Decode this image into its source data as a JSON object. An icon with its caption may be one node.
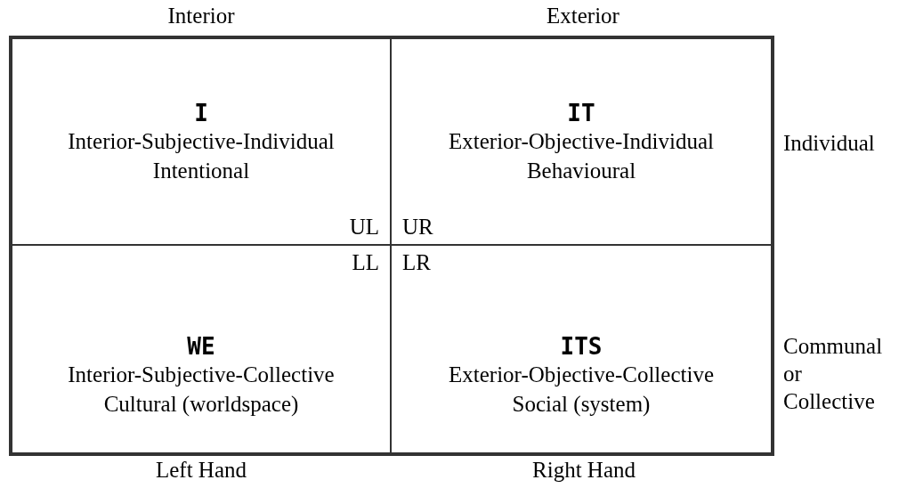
{
  "diagram": {
    "nodes": [
      {
        "text": [
          "I",
          "Interior-Subjective-Individual",
          "Intentional",
          "UL"
        ]
      },
      {
        "text": [
          "IT",
          "Exterior-Objective-Individual",
          "Behavioural",
          "UR"
        ]
      },
      {
        "text": [
          "WE",
          "Interior-Subjective-Collective",
          "Cultural (worldspace)",
          "LL"
        ]
      },
      {
        "text": [
          "ITS",
          "Exterior-Objective-Collective",
          "Social (system)",
          "LR"
        ]
      }
    ],
    "edges": [],
    "labels": [
      "Interior",
      "Exterior",
      "Individual",
      "Communal or Collective",
      "Left Hand",
      "Right Hand"
    ]
  }
}
